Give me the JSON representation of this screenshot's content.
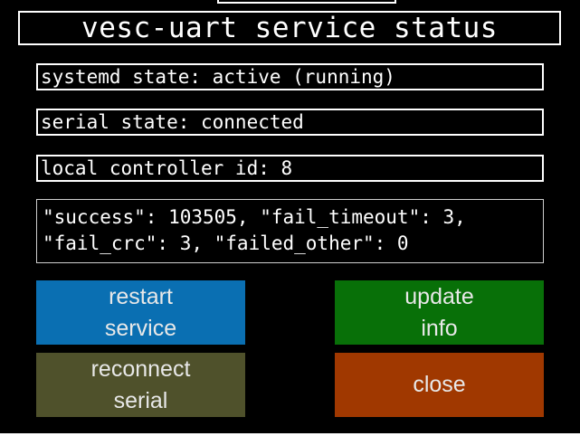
{
  "title": "vesc-uart service status",
  "fields": {
    "systemd_state": "systemd state: active (running)",
    "serial_state": "serial state: connected",
    "controller_id": "local controller id: 8"
  },
  "stats": {
    "line1": "\"success\": 103505, \"fail_timeout\": 3,",
    "line2": "\"fail_crc\": 3, \"failed_other\": 0"
  },
  "buttons": {
    "restart": {
      "line1": "restart",
      "line2": "service",
      "color": "#0a6fb2"
    },
    "update": {
      "line1": "update",
      "line2": "info",
      "color": "#087008"
    },
    "reconnect": {
      "line1": "reconnect",
      "line2": "serial",
      "color": "#4f512b"
    },
    "close": {
      "line1": "close",
      "color": "#a03800"
    }
  }
}
